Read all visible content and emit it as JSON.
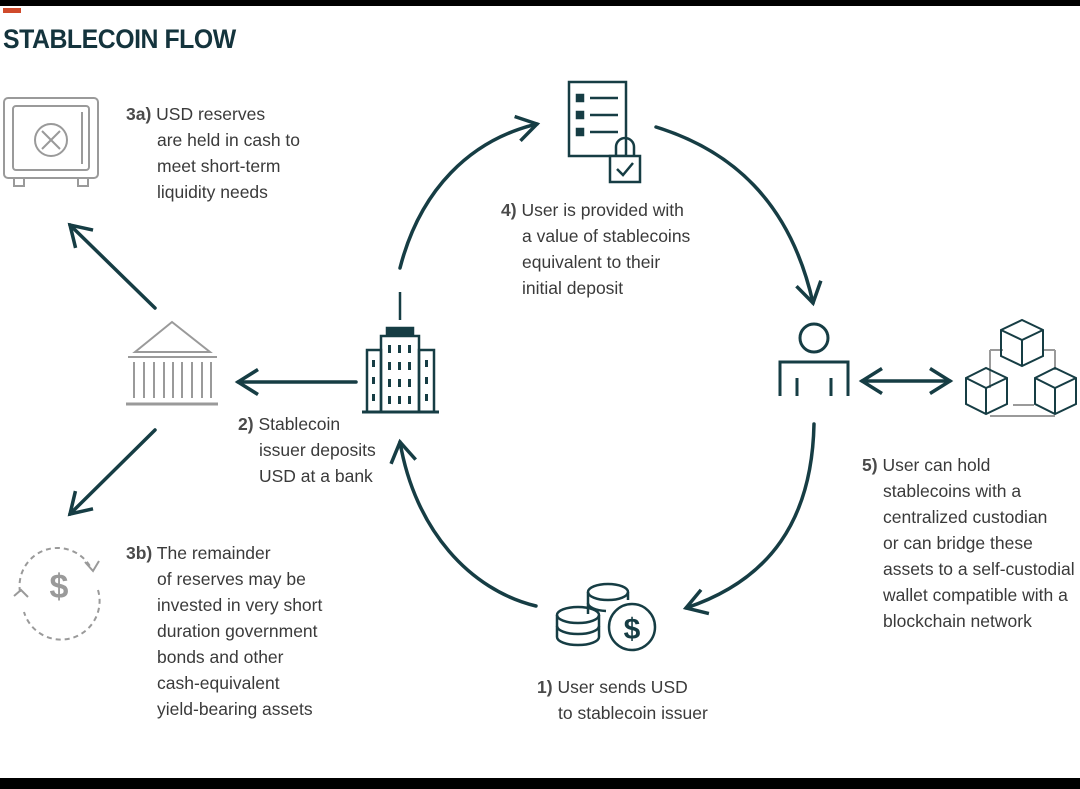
{
  "title": "STABLECOIN FLOW",
  "colors": {
    "accent": "#d04a2b",
    "arrow": "#163d44",
    "icon_gray": "#9a9a9a",
    "text": "#3a3a3a"
  },
  "steps": {
    "s1": {
      "num": "1)",
      "lines": [
        "User sends USD",
        "to stablecoin issuer"
      ]
    },
    "s2": {
      "num": "2)",
      "lines": [
        "Stablecoin",
        "issuer deposits",
        "USD at a bank"
      ]
    },
    "s3a": {
      "num": "3a)",
      "lines": [
        "USD reserves",
        "are held in cash to",
        "meet short-term",
        "liquidity needs"
      ]
    },
    "s3b": {
      "num": "3b)",
      "lines": [
        "The remainder",
        "of reserves may be",
        "invested in very short",
        "duration government",
        "bonds and other",
        "cash-equivalent",
        "yield-bearing assets"
      ]
    },
    "s4": {
      "num": "4)",
      "lines": [
        "User is provided with",
        "a value of stablecoins",
        "equivalent to their",
        "initial deposit"
      ]
    },
    "s5": {
      "num": "5)",
      "lines": [
        "User can hold",
        "stablecoins with a",
        "centralized custodian",
        "or can bridge these",
        "assets to a self-custodial",
        "wallet compatible with a",
        "blockchain network"
      ]
    }
  },
  "icons": [
    "vault-icon",
    "bank-icon",
    "dollar-cycle-icon",
    "building-icon",
    "document-lock-icon",
    "user-icon",
    "blockchain-icon",
    "coins-icon"
  ]
}
